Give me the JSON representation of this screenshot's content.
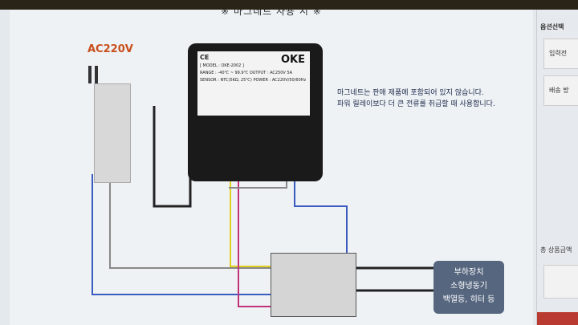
{
  "page": {
    "title": "※ 마그네트 사용 시 ※"
  },
  "diagram": {
    "power_label": "AC220V",
    "note_lines": [
      "마그네트는 판매 제품에 포함되어 있지 않습니다.",
      "파워 릴레이보다 더 큰 전류를 취급할 때 사용합니다."
    ],
    "controller": {
      "brand": "OKE",
      "model": "[ MODEL : OKE-2002 ]",
      "range": "RANGE : -40℃ ~ 99.9℃",
      "output": "OUTPUT : AC250V 5A",
      "sensor": "SENSOR : NTC(5KΩ, 25℃)",
      "power": "POWER : AC220V/50/60Hz",
      "ce": "CE"
    },
    "load_box": [
      "부하장치",
      "소형냉동기",
      "백열등, 히터 등"
    ]
  },
  "sidebar": {
    "option_label": "옵션선택",
    "input_label": "입력전",
    "shipping_label": "배송 방",
    "total_label": "총 상품금액"
  }
}
